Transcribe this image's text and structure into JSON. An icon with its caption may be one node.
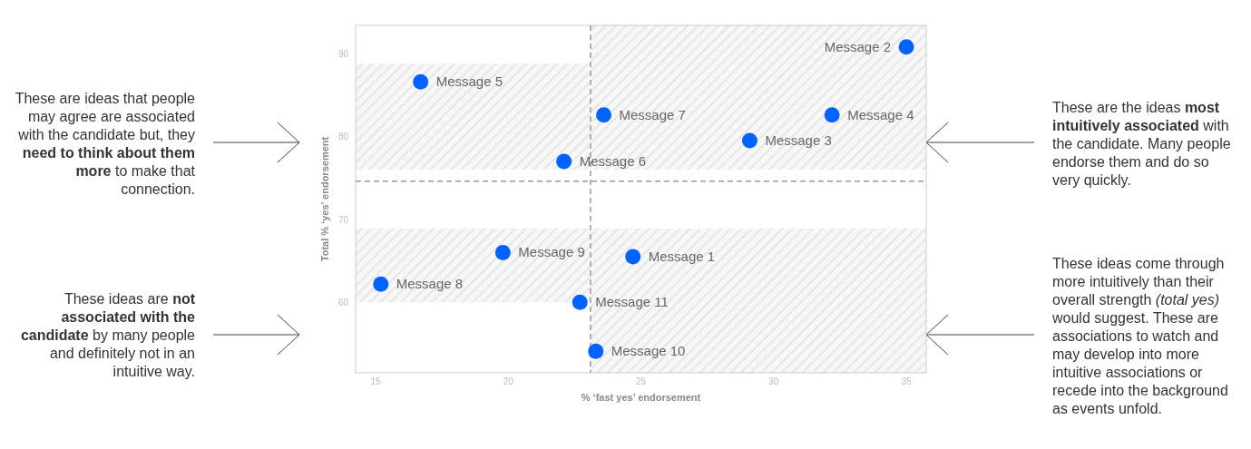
{
  "diagram": {
    "nodes": [
      {
        "text": [
          "These are ideas that people may agree are associated with the candidate but, they **need to think about them more** to make that connection."
        ]
      },
      {
        "text": [],
        "shape": "box"
      },
      {
        "text": [
          "These are the ideas **most intuitively associated** with the candidate. Many people endorse them and do so very quickly."
        ]
      },
      {
        "text": [
          "These ideas are **not associated with the candidate** by many people and definitely not in an intuitive way."
        ]
      },
      {
        "text": [],
        "shape": "box"
      },
      {
        "text": [
          "These ideas come through more intuitively than their overall strength *(total yes)* would suggest. These are associations to watch and may develop into more intuitive associations or recede into the background as events unfold."
        ]
      }
    ],
    "edges": [
      {
        "from": 0,
        "to": null,
        "arrow": "to"
      },
      {
        "from": 2,
        "to": 1,
        "arrow": "to"
      },
      {
        "from": 3,
        "to": null,
        "arrow": "to"
      },
      {
        "from": 5,
        "to": 4,
        "arrow": "to"
      }
    ],
    "chart_data": {
      "type": "scatter",
      "xlabel": "% ‘fast yes’ endorsement",
      "ylabel": "Total % ‘yes’ endorsement",
      "series": [
        {
          "name": "Message 1",
          "color": "#0062ff",
          "x": [
            24.7
          ],
          "values": [
            65.5
          ]
        },
        {
          "name": "Message 2",
          "color": "#0062ff",
          "x": [
            35.0
          ],
          "values": [
            90.8
          ]
        },
        {
          "name": "Message 3",
          "color": "#0062ff",
          "x": [
            29.1
          ],
          "values": [
            79.5
          ]
        },
        {
          "name": "Message 4",
          "color": "#0062ff",
          "x": [
            32.2
          ],
          "values": [
            82.6
          ]
        },
        {
          "name": "Message 5",
          "color": "#0062ff",
          "x": [
            16.7
          ],
          "values": [
            86.6
          ]
        },
        {
          "name": "Message 6",
          "color": "#0062ff",
          "x": [
            22.1
          ],
          "values": [
            77.0
          ]
        },
        {
          "name": "Message 7",
          "color": "#0062ff",
          "x": [
            23.6
          ],
          "values": [
            82.6
          ]
        },
        {
          "name": "Message 8",
          "color": "#0062ff",
          "x": [
            15.2
          ],
          "values": [
            62.2
          ]
        },
        {
          "name": "Message 9",
          "color": "#0062ff",
          "x": [
            19.8
          ],
          "values": [
            66.0
          ]
        },
        {
          "name": "Message 10",
          "color": "#0062ff",
          "x": [
            23.3
          ],
          "values": [
            54.1
          ]
        },
        {
          "name": "Message 11",
          "color": "#0062ff",
          "x": [
            22.7
          ],
          "values": [
            60.0
          ]
        }
      ],
      "xlim": [
        14.25,
        35.75
      ],
      "ylim": [
        51.5,
        93.4
      ],
      "xticks": [
        15,
        20,
        25,
        30,
        35
      ],
      "yticks": [
        60,
        70,
        80,
        90
      ],
      "ref_lines": [
        {
          "axis": "x",
          "value": 23.1
        },
        {
          "axis": "y",
          "value": 74.6
        }
      ]
    }
  }
}
